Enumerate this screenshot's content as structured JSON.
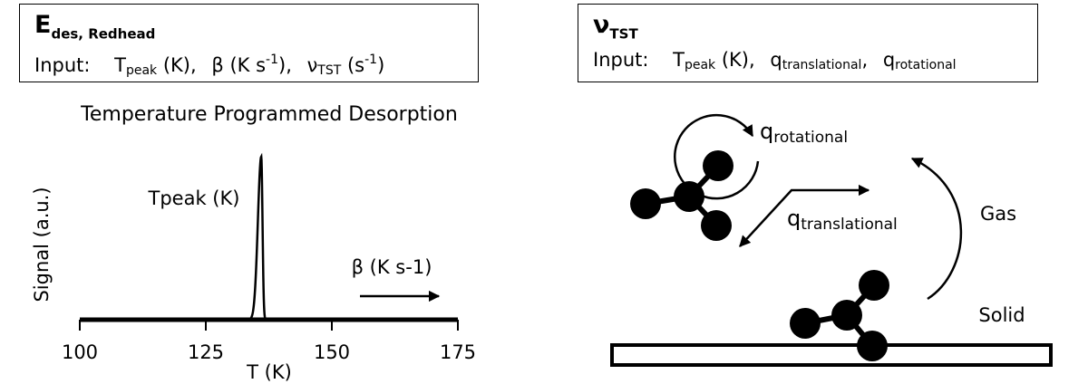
{
  "left_box": {
    "title_main": "E",
    "title_sub": "des, Redhead",
    "input_label": "Input:",
    "params": [
      {
        "base": "T",
        "sub": "peak",
        "sup": "",
        "suffix": " (K),"
      },
      {
        "base": "β",
        "sub": "",
        "sup": "-1",
        "pre": " (K s",
        "suffix": "),"
      },
      {
        "base": "ν",
        "sub": "TST",
        "sup": "-1",
        "pre": " (s",
        "suffix": ")"
      }
    ]
  },
  "right_box": {
    "title_main": "ν",
    "title_sub": "TST",
    "input_label": "Input:",
    "params": [
      {
        "base": "T",
        "sub": "peak",
        "suffix": " (K),"
      },
      {
        "base": "q",
        "sub": "translational",
        "suffix": ","
      },
      {
        "base": "q",
        "sub": "rotational",
        "suffix": ""
      }
    ]
  },
  "chart_data": {
    "type": "line",
    "title": "Temperature Programmed Desorption",
    "xlabel": "T (K)",
    "ylabel": "Signal (a.u.)",
    "xlim": [
      100,
      175
    ],
    "xticks": [
      100,
      125,
      150,
      175
    ],
    "ylim": [
      0,
      1
    ],
    "series": [
      {
        "peak_x": 136,
        "peak_height": 1.0,
        "baseline": 0.0
      }
    ],
    "annotations": {
      "peak_label": "Tpeak (K)",
      "rate_label": "β (K s-1)"
    },
    "grid": false,
    "legend": "none"
  },
  "schematic": {
    "rotational_label_base": "q",
    "rotational_label_sub": "rotational",
    "translational_label_base": "q",
    "translational_label_sub": "translational",
    "gas_label": "Gas",
    "solid_label": "Solid"
  }
}
